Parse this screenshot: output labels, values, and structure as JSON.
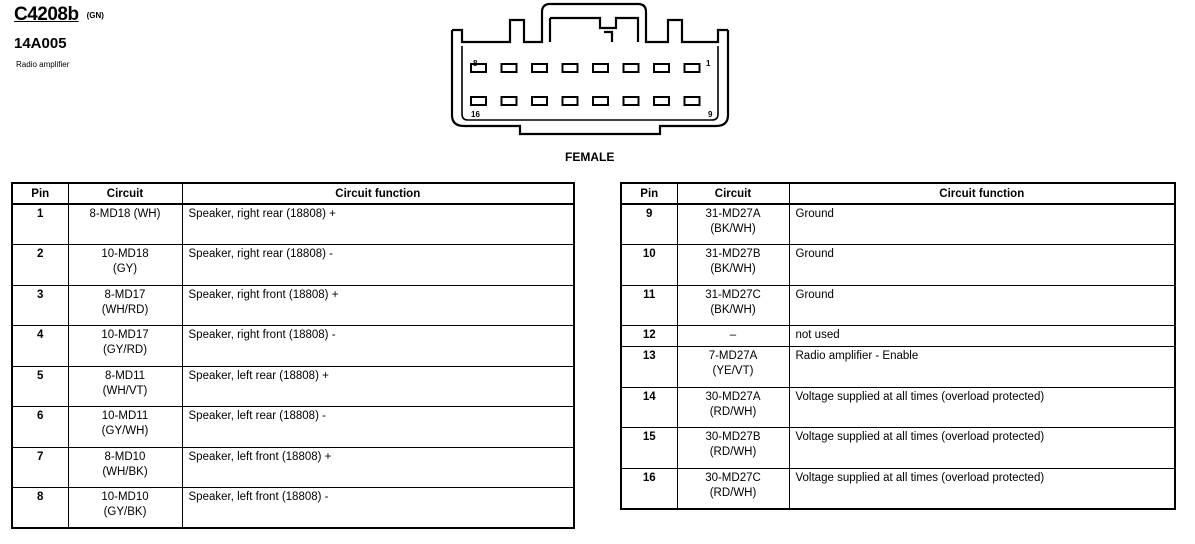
{
  "header": {
    "connector_id": "C4208b",
    "color_code": "(GN)",
    "part_number": "14A005",
    "description": "Radio amplifier"
  },
  "diagram": {
    "pin_label_top_left": "8",
    "pin_label_top_right": "1",
    "pin_label_bottom_left": "16",
    "pin_label_bottom_right": "9",
    "gender": "FEMALE"
  },
  "table_headers": {
    "pin": "Pin",
    "circuit": "Circuit",
    "function": "Circuit function"
  },
  "left_rows": [
    {
      "pin": "1",
      "circuit": [
        "8-MD18 (WH)"
      ],
      "function": "Speaker, right rear (18808) +"
    },
    {
      "pin": "2",
      "circuit": [
        "10-MD18",
        "(GY)"
      ],
      "function": "Speaker, right rear (18808) -"
    },
    {
      "pin": "3",
      "circuit": [
        "8-MD17",
        "(WH/RD)"
      ],
      "function": "Speaker, right front (18808) +"
    },
    {
      "pin": "4",
      "circuit": [
        "10-MD17",
        "(GY/RD)"
      ],
      "function": "Speaker, right front (18808) -"
    },
    {
      "pin": "5",
      "circuit": [
        "8-MD11",
        "(WH/VT)"
      ],
      "function": "Speaker, left rear (18808) +"
    },
    {
      "pin": "6",
      "circuit": [
        "10-MD11",
        "(GY/WH)"
      ],
      "function": "Speaker, left rear (18808) -"
    },
    {
      "pin": "7",
      "circuit": [
        "8-MD10",
        "(WH/BK)"
      ],
      "function": "Speaker, left front (18808) +"
    },
    {
      "pin": "8",
      "circuit": [
        "10-MD10",
        "(GY/BK)"
      ],
      "function": "Speaker, left front (18808) -"
    }
  ],
  "right_rows": [
    {
      "pin": "9",
      "circuit": [
        "31-MD27A",
        "(BK/WH)"
      ],
      "function": "Ground"
    },
    {
      "pin": "10",
      "circuit": [
        "31-MD27B",
        "(BK/WH)"
      ],
      "function": "Ground"
    },
    {
      "pin": "11",
      "circuit": [
        "31-MD27C",
        "(BK/WH)"
      ],
      "function": "Ground"
    },
    {
      "pin": "12",
      "circuit": [
        "–"
      ],
      "function": "not used"
    },
    {
      "pin": "13",
      "circuit": [
        "7-MD27A",
        "(YE/VT)"
      ],
      "function": "Radio amplifier - Enable"
    },
    {
      "pin": "14",
      "circuit": [
        "30-MD27A",
        "(RD/WH)"
      ],
      "function": "Voltage supplied at all times (overload protected)"
    },
    {
      "pin": "15",
      "circuit": [
        "30-MD27B",
        "(RD/WH)"
      ],
      "function": "Voltage supplied at all times (overload protected)"
    },
    {
      "pin": "16",
      "circuit": [
        "30-MD27C",
        "(RD/WH)"
      ],
      "function": "Voltage supplied at all times (overload protected)"
    }
  ]
}
